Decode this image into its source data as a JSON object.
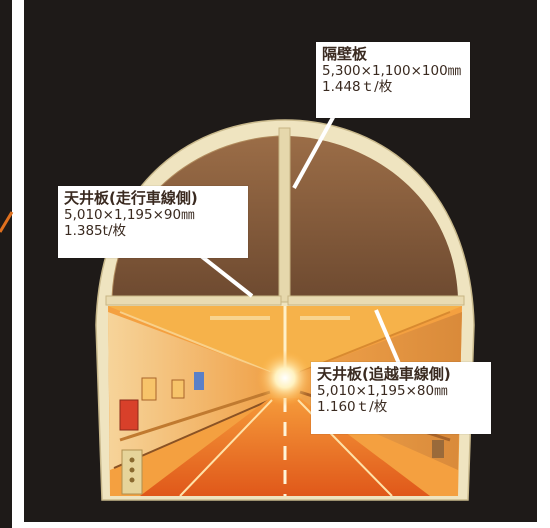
{
  "colors": {
    "background": "#1e1a18",
    "lining": "#efe4c0",
    "upper_chamber": "#8f6442",
    "tunnel_glow": "#f6a23a",
    "road": "#e8681e",
    "lane_marking": "#fff4d8",
    "callout_bg": "#ffffff",
    "callout_text": "#3a2a20"
  },
  "callouts": {
    "partition": {
      "title": "隔壁板",
      "dimensions": "5,300×1,100×100㎜",
      "weight": "1.448ｔ/枚"
    },
    "ceiling_left": {
      "title": "天井板(走行車線側)",
      "dimensions": "5,010×1,195×90㎜",
      "weight": "1.385t/枚"
    },
    "ceiling_right": {
      "title": "天井板(追越車線側)",
      "dimensions": "5,010×1,195×80㎜",
      "weight": "1.160ｔ/枚"
    }
  }
}
